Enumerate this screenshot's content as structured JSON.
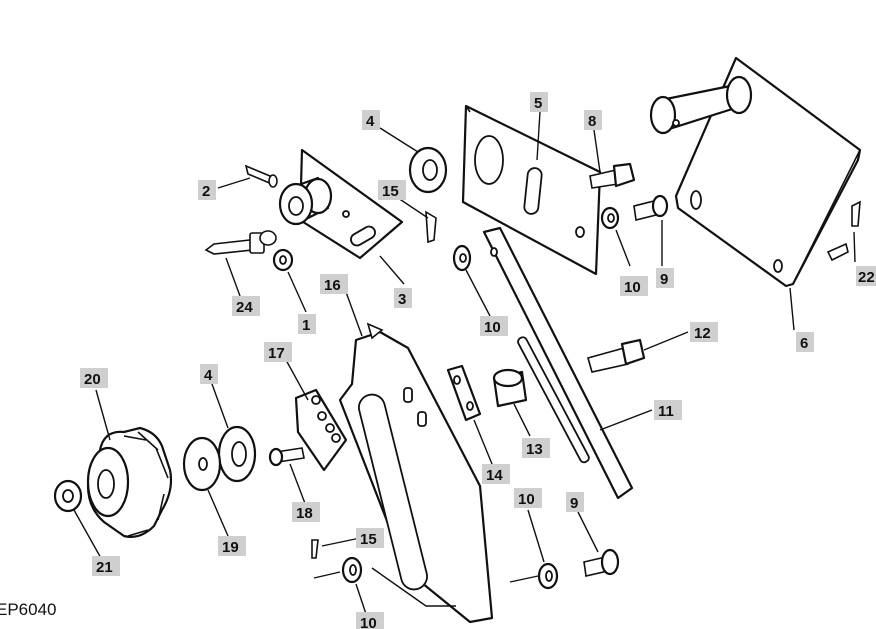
{
  "figure_id": "EP6040",
  "labels": {
    "l1": "1",
    "l2": "2",
    "l3": "3",
    "l4a": "4",
    "l4b": "4",
    "l5": "5",
    "l6": "6",
    "l8": "8",
    "l9a": "9",
    "l9b": "9",
    "l10a": "10",
    "l10b": "10",
    "l10c": "10",
    "l10d": "10",
    "l11": "11",
    "l12": "12",
    "l13": "13",
    "l14": "14",
    "l15a": "15",
    "l15b": "15",
    "l16": "16",
    "l17": "17",
    "l18": "18",
    "l19": "19",
    "l20": "20",
    "l21": "21",
    "l22": "22",
    "l24": "24"
  }
}
